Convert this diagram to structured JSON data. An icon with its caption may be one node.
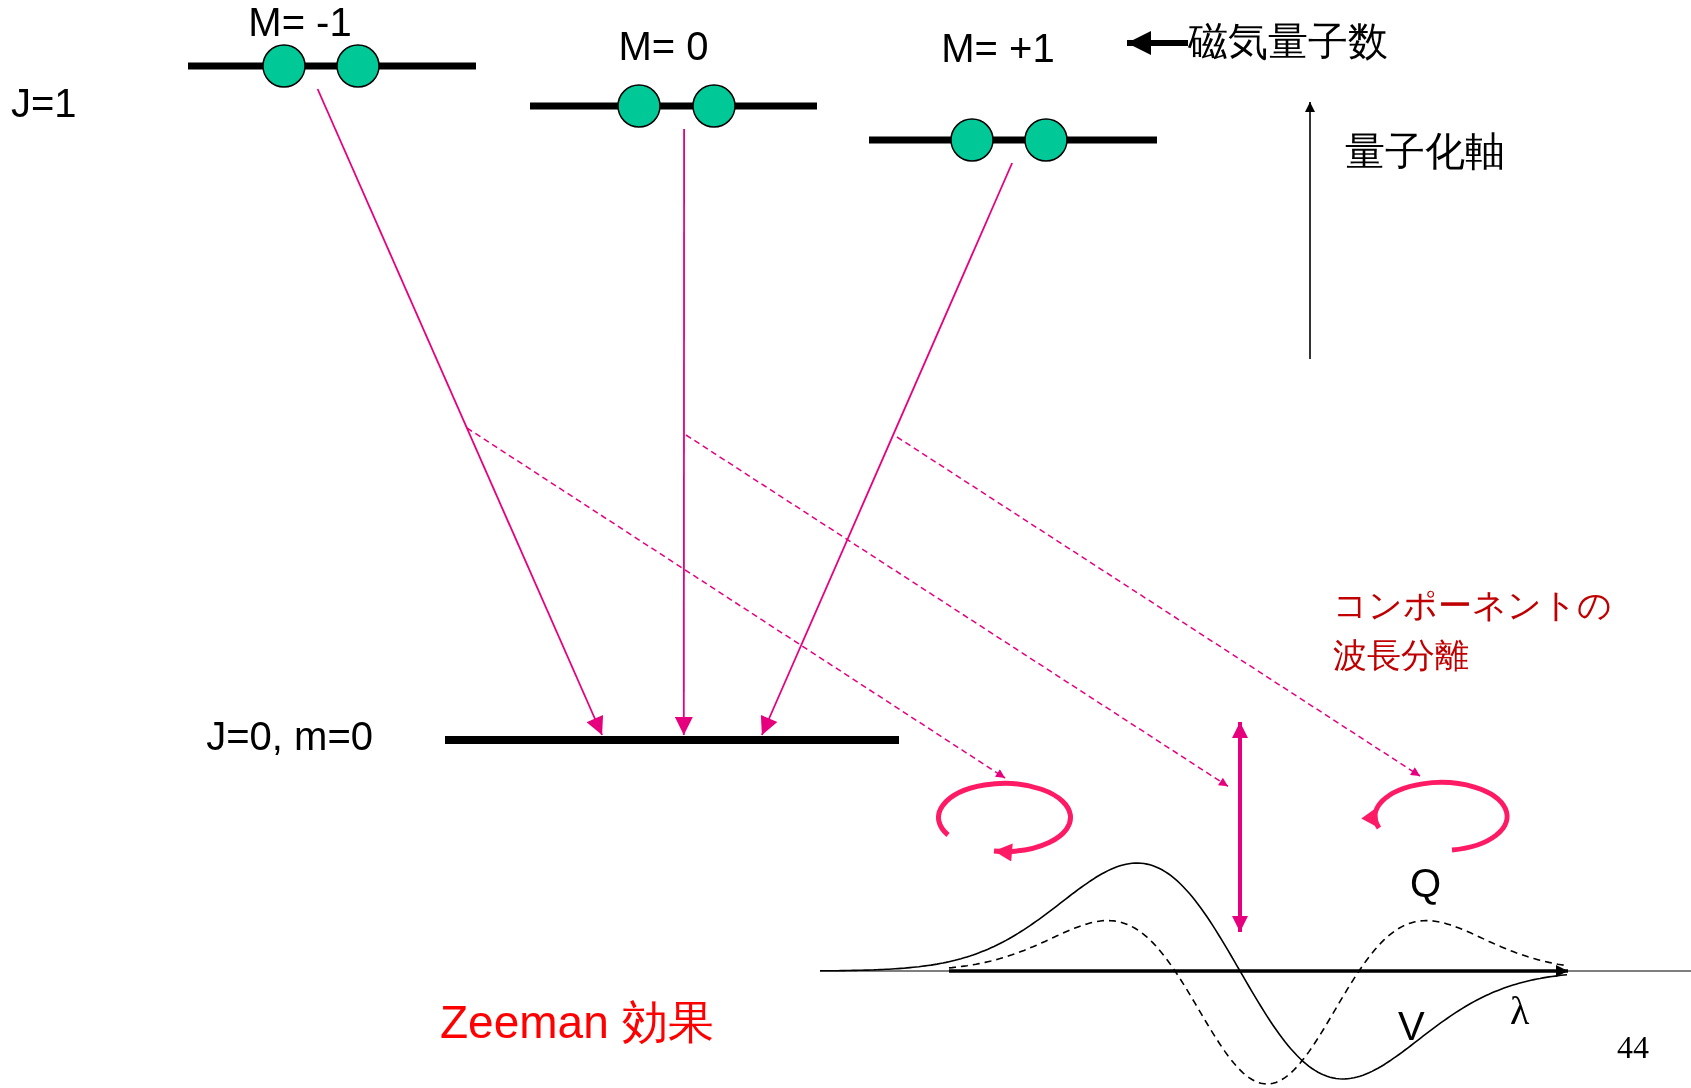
{
  "diagram": {
    "nodes": [
      {
        "text": [],
        "shape": "bar",
        "beside": [
          "M= -1"
        ]
      },
      {
        "text": [],
        "shape": "bar",
        "beside": [
          "M= 0"
        ]
      },
      {
        "text": [],
        "shape": "bar",
        "beside": [
          "M= +1"
        ]
      },
      {
        "text": [
          "磁気量子数"
        ]
      },
      {
        "text": [],
        "shape": "bar",
        "beside": [
          "J=0, m=0"
        ]
      },
      {
        "text": [],
        "shape": "circle"
      },
      {
        "text": [],
        "shape": "arrow"
      },
      {
        "text": [],
        "shape": "circle"
      }
    ],
    "edges": [
      {
        "from": 0,
        "to": 4,
        "arrow": "to"
      },
      {
        "from": 1,
        "to": 4,
        "arrow": "to"
      },
      {
        "from": 2,
        "to": 4,
        "arrow": "to"
      },
      {
        "from": null,
        "to": 5,
        "arrow": "to",
        "style": "dashed"
      },
      {
        "from": null,
        "to": 6,
        "arrow": "to",
        "style": "dashed"
      },
      {
        "from": null,
        "to": 7,
        "arrow": "to",
        "style": "dashed"
      },
      {
        "from": 3,
        "to": null,
        "arrow": "to",
        "style": "thick",
        "color": "#000000"
      }
    ],
    "labels": [
      "J=1",
      "量子化軸",
      "コンポーネントの波長分離",
      "Zeeman 効果",
      "Q",
      "V",
      "λ",
      "44"
    ]
  }
}
